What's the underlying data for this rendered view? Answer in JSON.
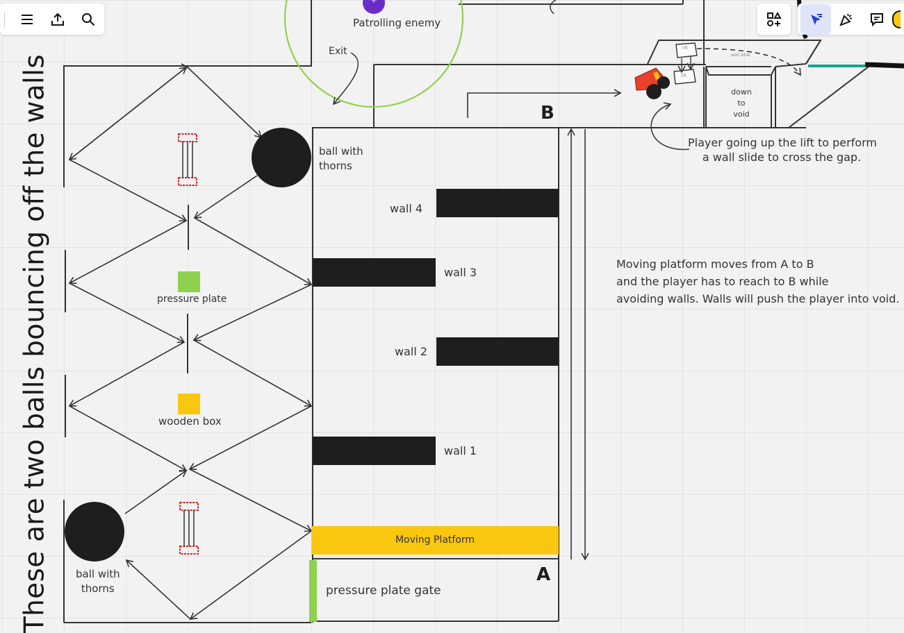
{
  "toolbar_left": {
    "items": [
      "menu-icon",
      "upload-icon",
      "search-icon"
    ]
  },
  "toolbar_right": {
    "items": [
      "shapes-icon",
      "select-icon",
      "celebrate-icon",
      "comment-icon"
    ]
  },
  "diagram": {
    "vertical_caption": "These are two balls bouncing off the walls",
    "patrolling_enemy": "Patrolling enemy",
    "exit": "Exit",
    "ball_top": "ball with\nthorns",
    "ball_bottom": "ball with\nthorns",
    "pressure_plate": "pressure plate",
    "wooden_box": "wooden box",
    "wall4": "wall 4",
    "wall3": "wall 3",
    "wall2": "wall 2",
    "wall1": "wall 1",
    "moving_platform": "Moving Platform",
    "pressure_plate_gate": "pressure plate gate",
    "point_a": "A",
    "point_b": "B",
    "down_to_void": "down\nto\nvoid",
    "lift_label": "lift",
    "wall_slide": "wall slide",
    "player_note": "Player going up the lift to perform\na wall slide to cross the gap.",
    "platform_note": "Moving platform moves from A to B\nand the player has to reach to B while\navoiding walls. Walls will push the player into void."
  },
  "colors": {
    "line": "#333333",
    "wall": "#1e1e1e",
    "pressure_plate": "#8fd14f",
    "wooden_box": "#fac710",
    "platform": "#fac710",
    "gate": "#8fd14f",
    "enemy_circle": "#8fd14f",
    "enemy": "#6a2cc9",
    "thorns": "#e21c1c",
    "player": "#e8412a",
    "teal": "#12a58c"
  }
}
